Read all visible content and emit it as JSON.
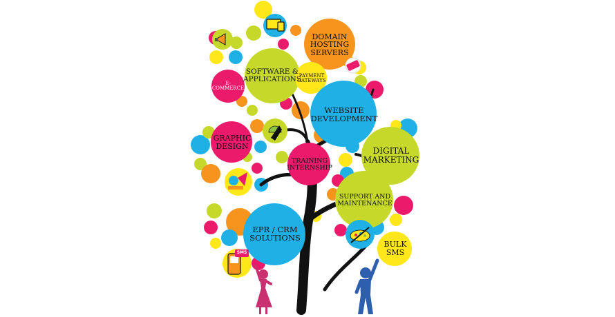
{
  "colors": {
    "pink": "#ec1a6b",
    "orange": "#f7941d",
    "cyan": "#1fb1e6",
    "lime": "#c6d92b",
    "yellow": "#ffe71a",
    "trunk": "#111111"
  },
  "topics": {
    "software": "SOFTWARE & APPLICATIONS",
    "domain": "DOMAIN HOSTING SERVERS",
    "payment": "PAYMENT GATEWAYS",
    "ecommerce": "E-COMMERCE",
    "website": "WEBSITE DEVELOPMENT",
    "graphic": "GRAPHIC DESIGN",
    "training": "TRAINING INTERNSHIP",
    "digital": "DIGITAL MARKETING",
    "support": "SUPPORT AND MAINTENANCE",
    "erp": "EPR / CRM SOLUTIONS",
    "bulk": "BULK SMS"
  },
  "icons": {
    "sms_badge": "SMS"
  }
}
